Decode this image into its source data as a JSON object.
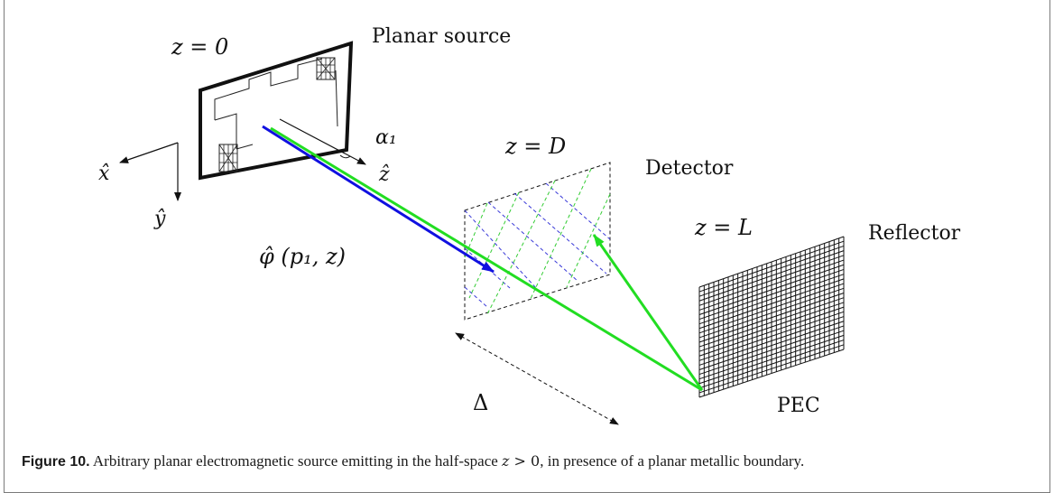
{
  "labels": {
    "source_plane": "z = 0",
    "planar_source": "Planar source",
    "angle": "α₁",
    "axis_x": "x̂",
    "axis_y": "ŷ",
    "axis_z": "ẑ",
    "detector_plane": "z = D",
    "detector": "Detector",
    "reflector_plane": "z = L",
    "reflector": "Reflector",
    "field": "φ̂ (p₁, z)",
    "delta": "Δ",
    "pec": "PEC"
  },
  "caption": {
    "label": "Figure 10.",
    "text_before": " Arbitrary planar electromagnetic source emitting in the half-space ",
    "math_var": "z",
    "math_rest": " > 0",
    "text_after": ", in presence of a planar metallic boundary."
  },
  "colors": {
    "blue_ray": "#1010e0",
    "green_ray": "#22dd22",
    "detector_blue": "#3a3ad8",
    "detector_green": "#33cc33",
    "outline": "#111111"
  }
}
